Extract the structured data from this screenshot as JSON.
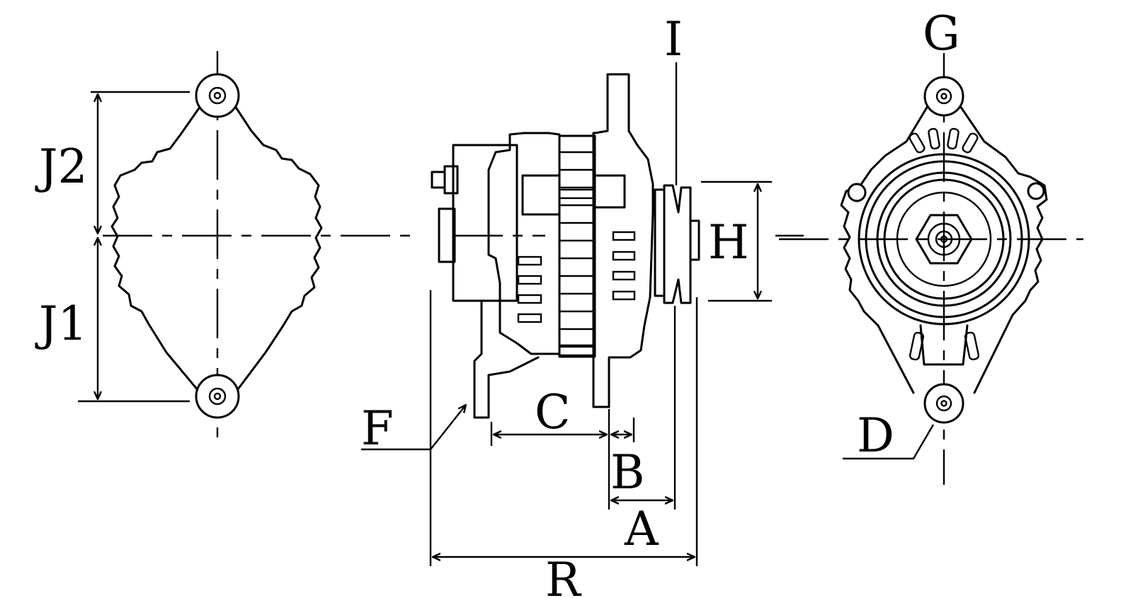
{
  "labels": {
    "a": "A",
    "b": "B",
    "c": "C",
    "d": "D",
    "f": "F",
    "g": "G",
    "h": "H",
    "i": "I",
    "j1": "J1",
    "j2": "J2",
    "r": "R"
  },
  "colors": {
    "line": "#000000",
    "background": "#ffffff"
  }
}
